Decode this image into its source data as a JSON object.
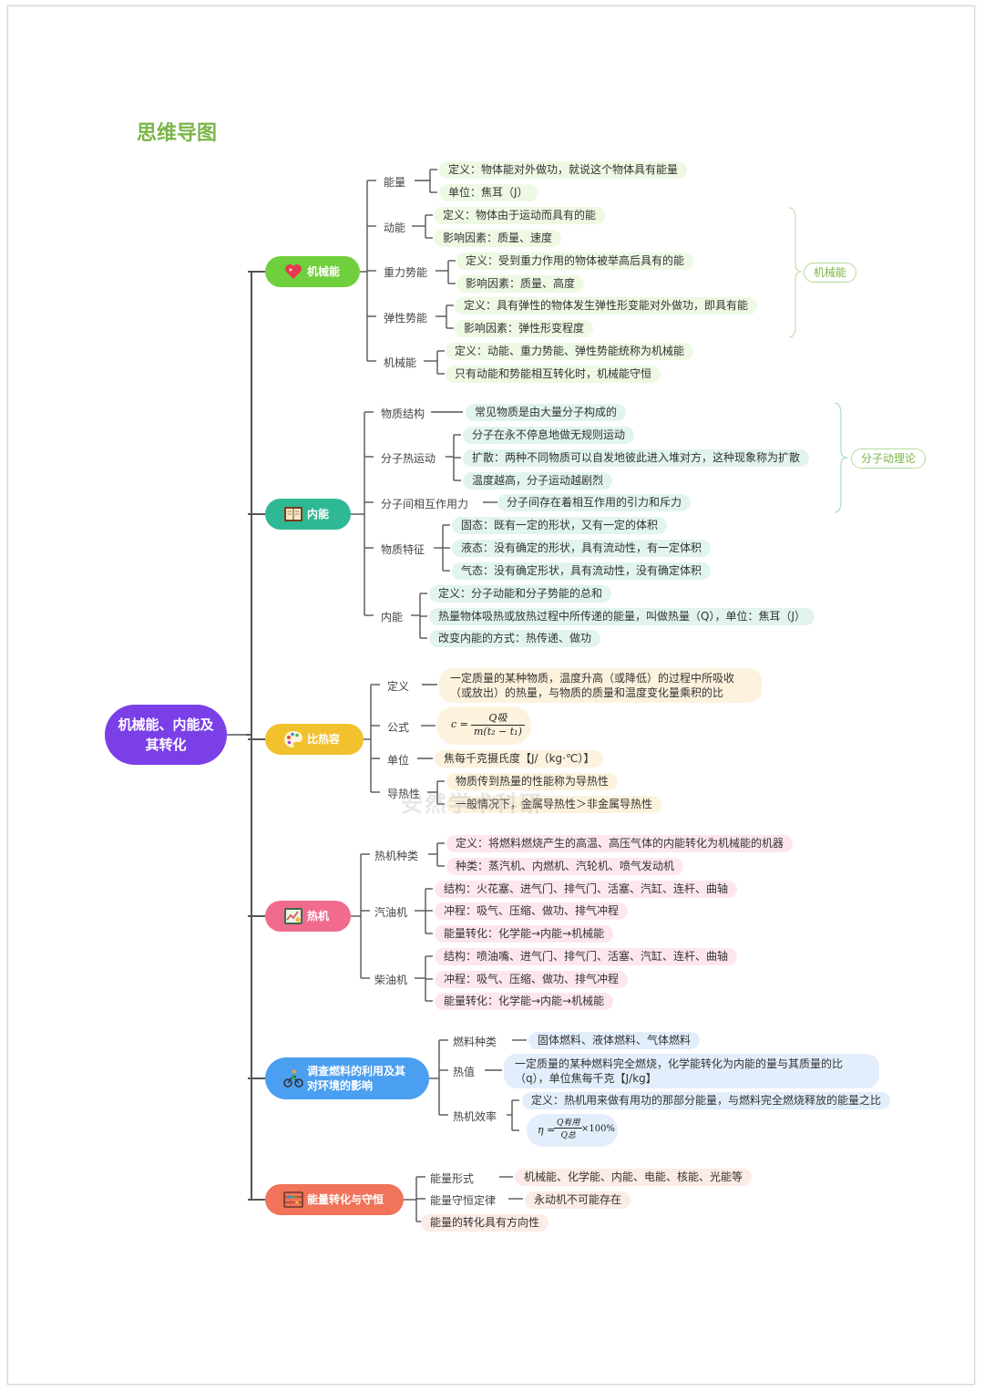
{
  "title": "思维导图",
  "watermark": "安然学术科研",
  "root": "机械能、内能及其转化",
  "branches": [
    {
      "label": "机械能",
      "icon": "heart-icon",
      "color": "#6fcf3c",
      "subs": [
        {
          "label": "能量",
          "leaves": [
            "定义：物体能对外做功，就说这个物体具有能量",
            "单位：焦耳（J）"
          ]
        },
        {
          "label": "动能",
          "leaves": [
            "定义：物体由于运动而具有的能",
            "影响因素：质量、速度"
          ]
        },
        {
          "label": "重力势能",
          "leaves": [
            "定义：受到重力作用的物体被举高后具有的能",
            "影响因素：质量、高度"
          ]
        },
        {
          "label": "弹性势能",
          "leaves": [
            "定义：具有弹性的物体发生弹性形变能对外做功，即具有能",
            "影响因素：弹性形变程度"
          ]
        },
        {
          "label": "机械能",
          "leaves": [
            "定义：动能、重力势能、弹性势能统称为机械能",
            "只有动能和势能相互转化时，机械能守恒"
          ]
        }
      ],
      "summary": "机械能"
    },
    {
      "label": "内能",
      "icon": "book-icon",
      "color": "#2eb894",
      "subs": [
        {
          "label": "物质结构",
          "leaves": [
            "常见物质是由大量分子构成的"
          ]
        },
        {
          "label": "分子热运动",
          "leaves": [
            "分子在永不停息地做无规则运动",
            "扩散：两种不同物质可以自发地彼此进入堆对方，这种现象称为扩散",
            "温度越高，分子运动越剧烈"
          ]
        },
        {
          "label": "分子间相互作用力",
          "leaves": [
            "分子间存在着相互作用的引力和斥力"
          ]
        },
        {
          "label": "物质特征",
          "leaves": [
            "固态：既有一定的形状，又有一定的体积",
            "液态：没有确定的形状，具有流动性，有一定体积",
            "气态：没有确定形状，具有流动性，没有确定体积"
          ]
        },
        {
          "label": "内能",
          "leaves": [
            "定义：分子动能和分子势能的总和",
            "热量物体吸热或放热过程中所传递的能量，叫做热量（Q），单位：焦耳（J）",
            "改变内能的方式：热传递、做功"
          ]
        }
      ],
      "summary": "分子动理论"
    },
    {
      "label": "比热容",
      "icon": "palette-icon",
      "color": "#f2c12e",
      "subs": [
        {
          "label": "定义",
          "leaves": [
            "一定质量的某种物质，温度升高（或降低）的过程中所吸收（或放出）的热量，与物质的质量和温度变化量乘积的比"
          ]
        },
        {
          "label": "公式",
          "leaves": []
        },
        {
          "label": "单位",
          "leaves": [
            "焦每千克摄氏度【J/（kg·℃）】"
          ]
        },
        {
          "label": "导热性",
          "leaves": [
            "物质传到热量的性能称为导热性",
            "一般情况下，金属导热性＞非金属导热性"
          ]
        }
      ],
      "formula": {
        "lhs": "c =",
        "num": "Q吸",
        "den": "m(t₂ − t₁)"
      }
    },
    {
      "label": "热机",
      "icon": "chart-icon",
      "color": "#f06b8d",
      "subs": [
        {
          "label": "热机种类",
          "leaves": [
            "定义：将燃料燃烧产生的高温、高压气体的内能转化为机械能的机器",
            "种类：蒸汽机、内燃机、汽轮机、喷气发动机"
          ]
        },
        {
          "label": "汽油机",
          "leaves": [
            "结构：火花塞、进气门、排气门、活塞、汽缸、连杆、曲轴",
            "冲程：吸气、压缩、做功、排气冲程",
            "能量转化：化学能→内能→机械能"
          ]
        },
        {
          "label": "柴油机",
          "leaves": [
            "结构：喷油嘴、进气门、排气门、活塞、汽缸、连杆、曲轴",
            "冲程：吸气、压缩、做功、排气冲程",
            "能量转化：化学能→内能→机械能"
          ]
        }
      ]
    },
    {
      "label": "调查燃料的利用及其对环境的影响",
      "icon": "cyclist-icon",
      "color": "#4a9ff0",
      "subs": [
        {
          "label": "燃料种类",
          "leaves": [
            "固体燃料、液体燃料、气体燃料"
          ]
        },
        {
          "label": "热值",
          "leaves": [
            "一定质量的某种燃料完全燃烧，化学能转化为内能的量与其质量的比（q），单位焦每千克【J/kg】"
          ]
        },
        {
          "label": "热机效率",
          "leaves": [
            "定义：热机用来做有用功的那部分能量，与燃料完全燃烧释放的能量之比"
          ]
        }
      ],
      "formula": {
        "lhs": "η =",
        "num": "Q有用",
        "den": "Q总",
        "rhs": "×100%"
      }
    },
    {
      "label": "能量转化与守恒",
      "icon": "abacus-icon",
      "color": "#f0735a",
      "subs": [
        {
          "label": "能量形式",
          "leaves": [
            "机械能、化学能、内能、电能、核能、光能等"
          ]
        },
        {
          "label": "能量守恒定律",
          "leaves": [
            "永动机不可能存在"
          ]
        },
        {
          "label": "能量的转化具有方向性",
          "leaves": []
        }
      ]
    }
  ]
}
